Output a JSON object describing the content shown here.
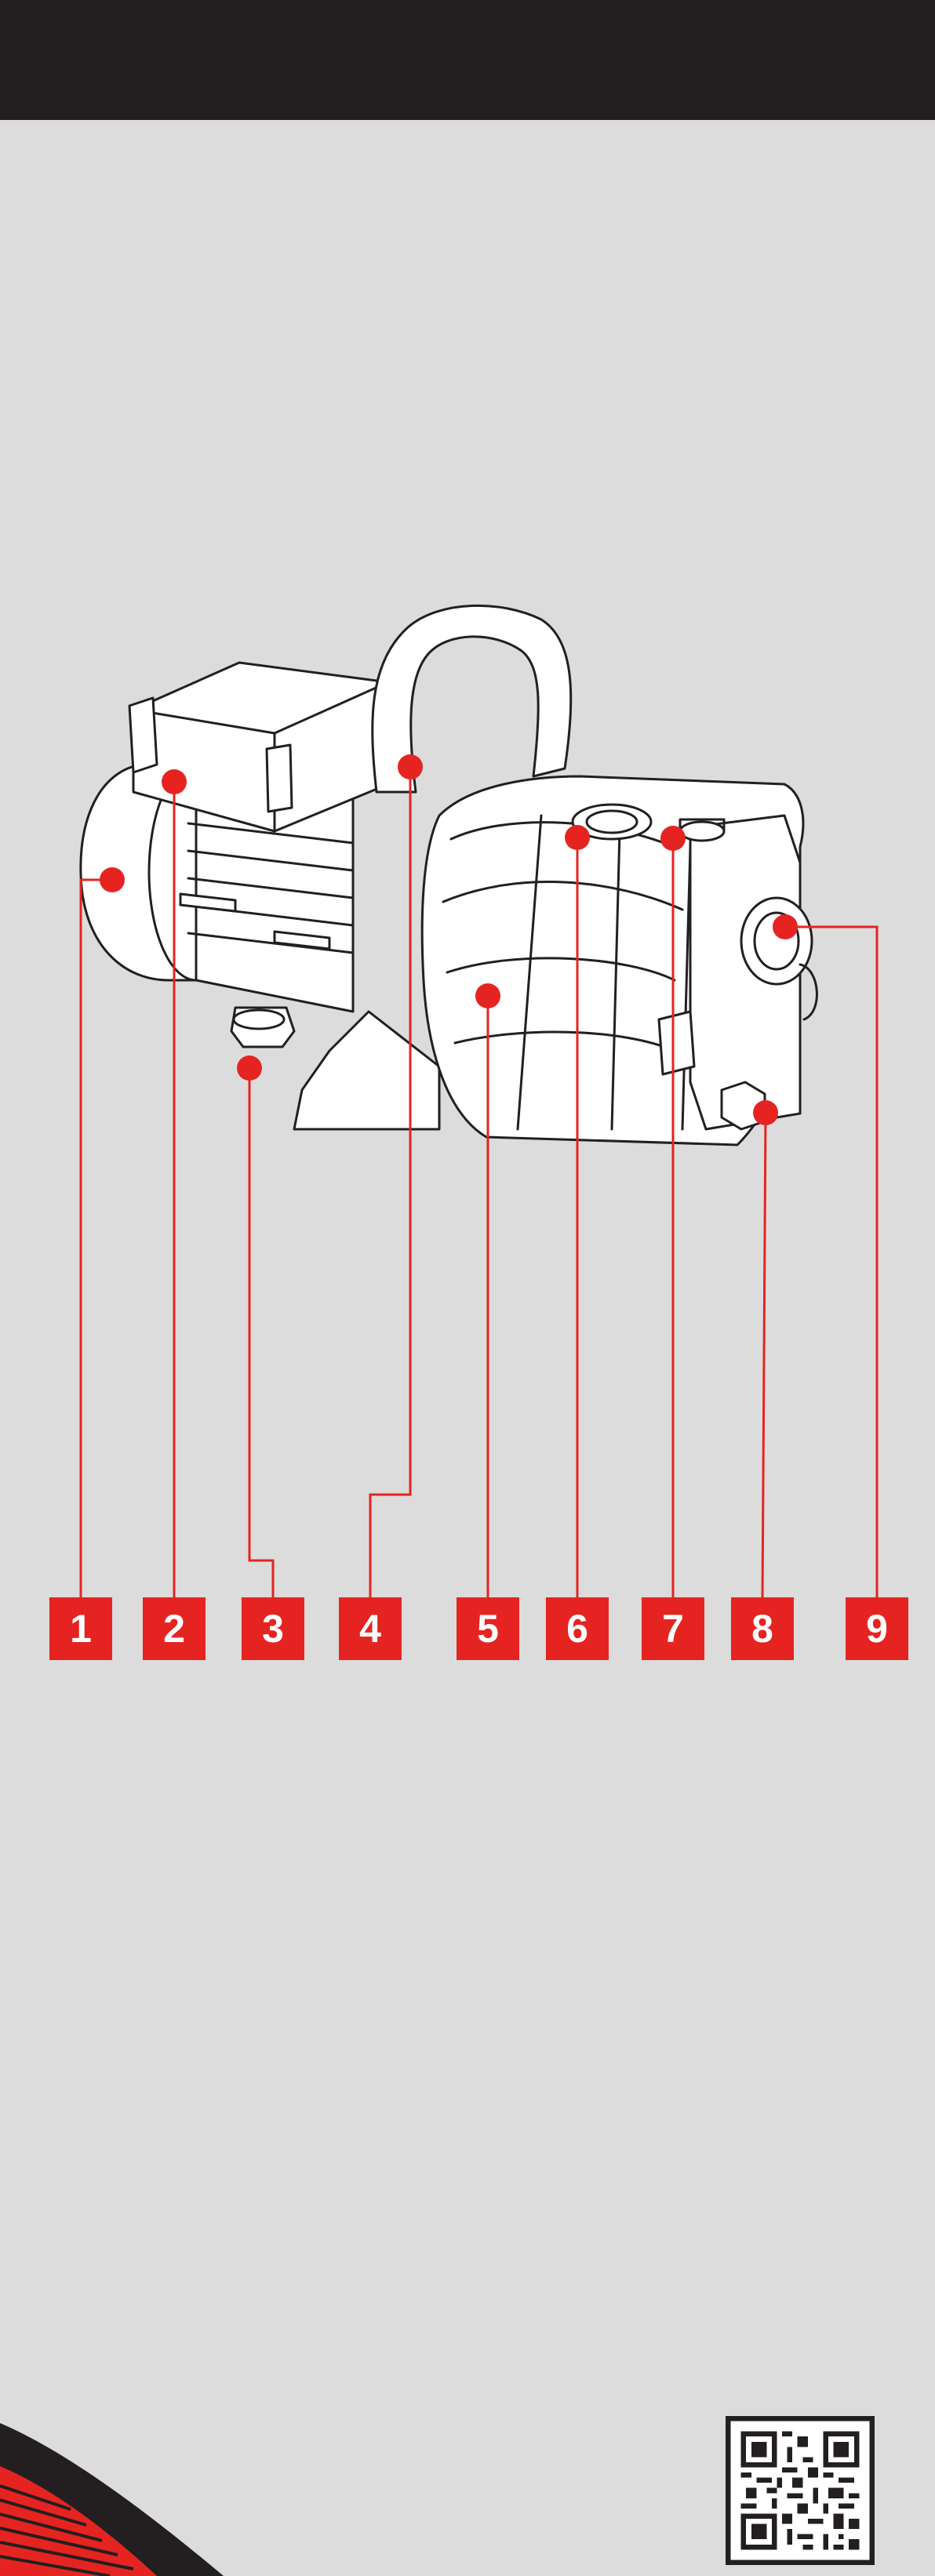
{
  "colors": {
    "accent": "#e52421",
    "background": "#dcdcdc",
    "header_band": "#231f20",
    "line_art": "#231f20"
  },
  "diagram": {
    "subject": "surface jet pump, line drawing",
    "callouts": [
      {
        "number": "1"
      },
      {
        "number": "2"
      },
      {
        "number": "3"
      },
      {
        "number": "4"
      },
      {
        "number": "5"
      },
      {
        "number": "6"
      },
      {
        "number": "7"
      },
      {
        "number": "8"
      },
      {
        "number": "9"
      }
    ]
  },
  "footer": {
    "qr_icon": "qr-code-icon",
    "corner_graphic": "striped-red-wave"
  }
}
